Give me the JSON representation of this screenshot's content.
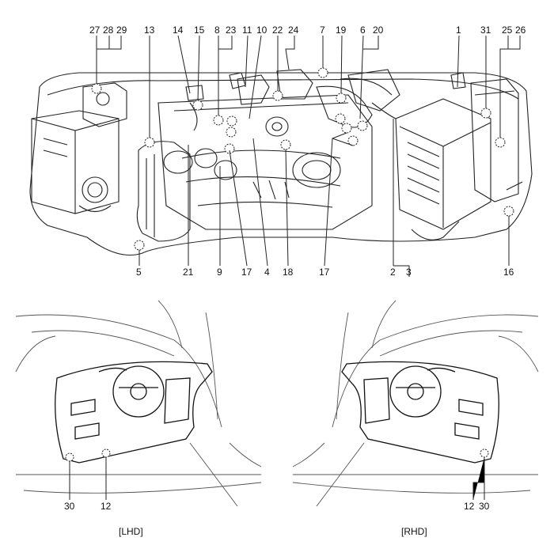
{
  "top_numbers": [
    "27",
    "28",
    "29",
    "13",
    "14",
    "15",
    "8",
    "23",
    "11",
    "10",
    "22",
    "24",
    "7",
    "19",
    "6",
    "20",
    "1",
    "31",
    "25",
    "26"
  ],
  "bottom_numbers": [
    "5",
    "21",
    "9",
    "17",
    "4",
    "18",
    "17",
    "2",
    "3",
    "16"
  ],
  "lhd": {
    "caption": "[LHD]",
    "num_a": "30",
    "num_b": "12"
  },
  "rhd": {
    "caption": "[RHD]",
    "num_a": "12",
    "num_b": "30"
  }
}
